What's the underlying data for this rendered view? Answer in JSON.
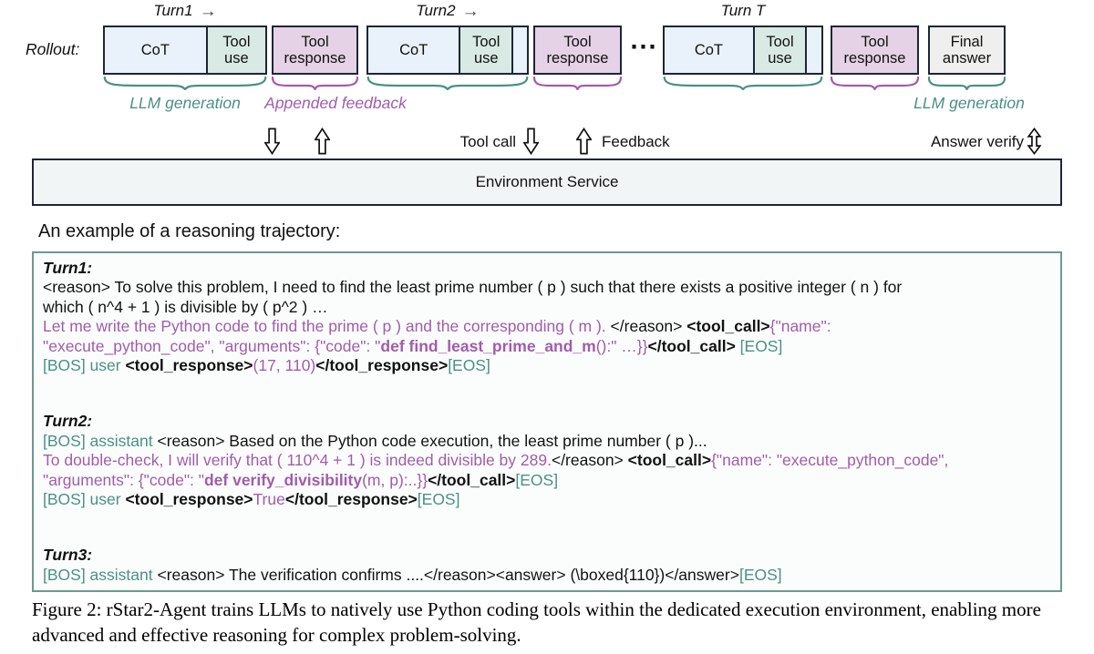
{
  "diagram": {
    "rollout_label": "Rollout:",
    "turns": [
      "Turn1",
      "Turn2",
      "Turn T"
    ],
    "turn_arrow": "→",
    "ellipsis": "⋯",
    "boxes": {
      "cot": "CoT",
      "tool_use": "Tool use",
      "tool_response": "Tool response",
      "final_answer": "Final answer"
    },
    "brace_labels": {
      "llm_generation": "LLM generation",
      "appended_feedback": "Appended feedback"
    },
    "arrow_labels": {
      "tool_call": "Tool call",
      "feedback": "Feedback",
      "answer_verify": "Answer verify"
    },
    "environment_service": "Environment Service",
    "colors": {
      "teal": "#4a9184",
      "purple": "#a25cab",
      "cot_fill": "#e9f1fa",
      "tool_use_fill": "#d8eae3",
      "tool_response_fill": "#e5d2e6",
      "final_answer_fill": "#efefee",
      "box_border": "#1c2636"
    }
  },
  "example": {
    "heading": "An example of a reasoning trajectory:",
    "turns": [
      {
        "label": "Turn1:",
        "lines": [
          [
            {
              "t": "<reason> To solve this problem, I need to find the least prime number ( p ) such that there exists a positive integer ( n ) for",
              "c": "k"
            }
          ],
          [
            {
              "t": "which ( n^4 + 1 ) is divisible by ( p^2 ) …",
              "c": "k"
            }
          ],
          [
            {
              "t": "Let me write the Python code to find the prime ( p ) and the corresponding ( m ). ",
              "c": "p"
            },
            {
              "t": "</reason> ",
              "c": "k"
            },
            {
              "t": "<tool_call>",
              "c": "k",
              "b": true
            },
            {
              "t": "{\"name\":",
              "c": "p"
            }
          ],
          [
            {
              "t": "\"execute_python_code\", \"arguments\": {\"code\": \"",
              "c": "p"
            },
            {
              "t": "def find_least_prime_and_m",
              "c": "p",
              "b": true
            },
            {
              "t": "():\" …}}",
              "c": "p"
            },
            {
              "t": "</tool_call>",
              "c": "k",
              "b": true
            },
            {
              "t": " [EOS]",
              "c": "g"
            }
          ],
          [
            {
              "t": "[BOS] user ",
              "c": "g"
            },
            {
              "t": "<tool_response>",
              "c": "k",
              "b": true
            },
            {
              "t": "(17, 110)",
              "c": "p"
            },
            {
              "t": "</tool_response>",
              "c": "k",
              "b": true
            },
            {
              "t": "[EOS]",
              "c": "g"
            }
          ]
        ]
      },
      {
        "label": "Turn2:",
        "lines": [
          [
            {
              "t": "[BOS] assistant ",
              "c": "g"
            },
            {
              "t": "<reason> Based on the Python code execution, the least prime number ( p )...",
              "c": "k"
            }
          ],
          [
            {
              "t": "To double-check, I will verify that ( 110^4 + 1 ) is indeed divisible by 289.",
              "c": "p"
            },
            {
              "t": "</reason> ",
              "c": "k"
            },
            {
              "t": "<tool_call>",
              "c": "k",
              "b": true
            },
            {
              "t": "{\"name\": \"execute_python_code\",",
              "c": "p"
            }
          ],
          [
            {
              "t": "\"arguments\": {\"code\": \"",
              "c": "p"
            },
            {
              "t": "def verify_divisibility",
              "c": "p",
              "b": true
            },
            {
              "t": "(m, p):..}}",
              "c": "p"
            },
            {
              "t": "</tool_call>",
              "c": "k",
              "b": true
            },
            {
              "t": "[EOS]",
              "c": "g"
            }
          ],
          [
            {
              "t": "[BOS] user ",
              "c": "g"
            },
            {
              "t": "<tool_response>",
              "c": "k",
              "b": true
            },
            {
              "t": "True",
              "c": "p"
            },
            {
              "t": "</tool_response>",
              "c": "k",
              "b": true
            },
            {
              "t": "[EOS]",
              "c": "g"
            }
          ]
        ]
      },
      {
        "label": "Turn3:",
        "lines": [
          [
            {
              "t": "[BOS] assistant ",
              "c": "g"
            },
            {
              "t": "<reason> The verification confirms ....</reason><answer> (\\boxed{110})</answer>",
              "c": "k"
            },
            {
              "t": "[EOS]",
              "c": "g"
            }
          ]
        ]
      }
    ]
  },
  "caption": "Figure 2: rStar2-Agent trains LLMs to natively use Python coding tools within the dedicated execution environment, enabling more advanced and effective reasoning for complex problem-solving."
}
